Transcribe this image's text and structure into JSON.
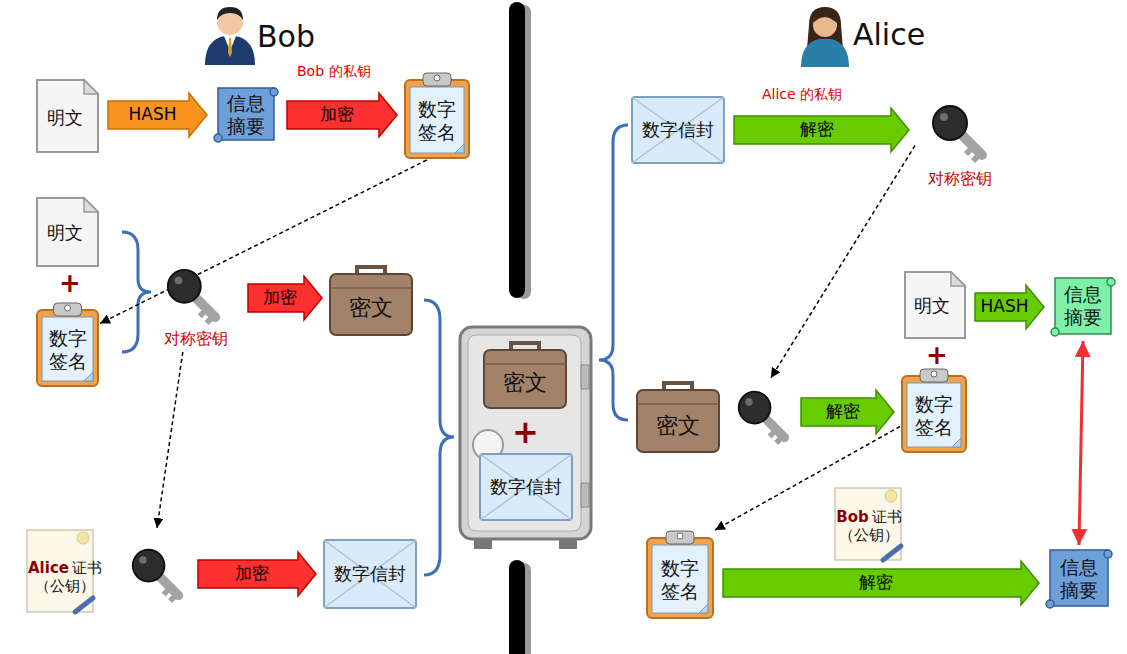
{
  "diagram": {
    "nodes": [
      {
        "text": [
          "明文"
        ]
      },
      {
        "text": [
          "信息摘要"
        ]
      },
      {
        "text": [
          "数字签名"
        ]
      },
      {
        "text": [
          "明文"
        ]
      },
      {
        "text": [
          "数字签名"
        ]
      },
      {
        "text": [
          "对称密钥"
        ]
      },
      {
        "text": [
          "密文"
        ]
      },
      {
        "text": [
          "Alice",
          "证书",
          "（公钥）"
        ]
      },
      {
        "text": [
          "数字信封"
        ]
      },
      {
        "text": [
          "+"
        ]
      },
      {
        "text": [
          "密文"
        ],
        "in": 9
      },
      {
        "text": [
          "数字信封"
        ],
        "in": 9
      },
      {
        "text": [
          "数字信封"
        ]
      },
      {
        "text": [
          "对称密钥"
        ]
      },
      {
        "text": [
          "密文"
        ]
      },
      {
        "text": [
          "明文"
        ]
      },
      {
        "text": [
          "信息摘要"
        ]
      },
      {
        "text": [
          "数字签名"
        ]
      },
      {
        "text": [
          "Bob",
          "证书",
          "（公钥）"
        ]
      },
      {
        "text": [
          "数字签名"
        ]
      },
      {
        "text": [
          "信息摘要"
        ]
      }
    ],
    "edges": [
      {
        "from": 0,
        "to": 1,
        "label": "HASH",
        "arrow": "to"
      },
      {
        "from": 1,
        "to": 2,
        "label": "加密",
        "arrow": "to"
      },
      {
        "from": 2,
        "to": 4,
        "arrow": "to"
      },
      {
        "from": 5,
        "to": 6,
        "label": "加密",
        "arrow": "to"
      },
      {
        "from": 5,
        "to": 7,
        "arrow": "to"
      },
      {
        "from": 7,
        "to": 8,
        "label": "加密",
        "arrow": "to"
      },
      {
        "from": 12,
        "to": 13,
        "label": "解密",
        "arrow": "to"
      },
      {
        "from": 13,
        "to": 14,
        "arrow": "to"
      },
      {
        "from": 14,
        "to": 17,
        "label": "解密",
        "arrow": "to"
      },
      {
        "from": 15,
        "to": 16,
        "label": "HASH",
        "arrow": "to"
      },
      {
        "from": 17,
        "to": 19,
        "arrow": "to"
      },
      {
        "from": 19,
        "to": 20,
        "label": "解密",
        "arrow": "to"
      },
      {
        "from": 16,
        "to": 20,
        "arrow": "both"
      }
    ],
    "labels": [
      "Bob",
      "Alice",
      "Bob 的私钥",
      "Alice 的私钥",
      "+",
      "+"
    ]
  }
}
